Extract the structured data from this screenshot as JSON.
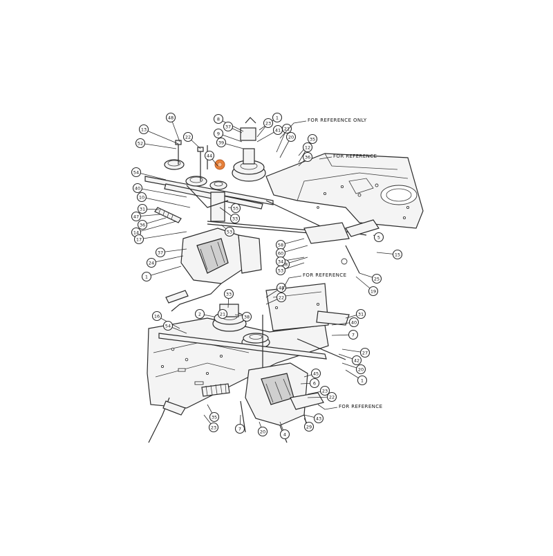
{
  "diagram": {
    "highlight_color": "#e8813a",
    "notes": [
      {
        "id": "note-top",
        "text": "FOR REFERENCE ONLY"
      },
      {
        "id": "note-right-upper",
        "text": "FOR REFERENCE"
      },
      {
        "id": "note-middle",
        "text": "FOR REFERENCE"
      },
      {
        "id": "note-bottom",
        "text": "FOR REFERENCE"
      }
    ],
    "callouts": [
      "8",
      "1",
      "37",
      "23",
      "41",
      "9",
      "39",
      "21",
      "20",
      "35",
      "12",
      "36",
      "13",
      "52",
      "48",
      "22",
      "44",
      "54",
      "40",
      "10",
      "31",
      "47",
      "36",
      "14",
      "17",
      "33",
      "24",
      "37",
      "1",
      "53",
      "55",
      "58",
      "60",
      "48",
      "5",
      "15",
      "34",
      "53",
      "25",
      "19",
      "33",
      "48",
      "22",
      "21",
      "38",
      "2",
      "16",
      "54",
      "31",
      "40",
      "7",
      "27",
      "42",
      "20",
      "1",
      "45",
      "6",
      "23",
      "22",
      "43",
      "35",
      "23",
      "7",
      "20",
      "4",
      "29"
    ]
  }
}
